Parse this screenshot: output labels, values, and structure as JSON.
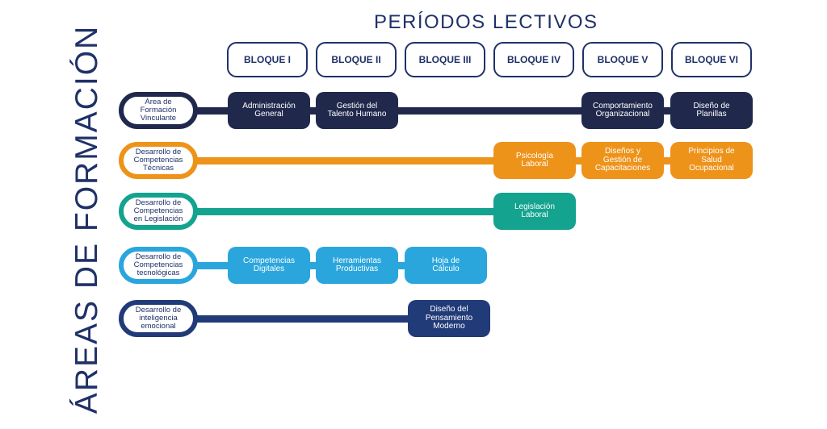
{
  "title_vertical": "ÁREAS DE FORMACIÓN",
  "title_horizontal": "PERÍODOS LECTIVOS",
  "blocks": [
    "BLOQUE I",
    "BLOQUE II",
    "BLOQUE III",
    "BLOQUE IV",
    "BLOQUE V",
    "BLOQUE VI"
  ],
  "colors": {
    "navy": "#1f3168",
    "dark_navy": "#20294c",
    "orange": "#ee931a",
    "teal": "#13a38f",
    "sky": "#2aa6dd",
    "blue": "#213a78"
  },
  "areas": [
    {
      "label": "Área de\nFormación\nVinculante",
      "color": "#20294c",
      "courses": [
        {
          "block": 1,
          "label": "Administración\nGeneral"
        },
        {
          "block": 2,
          "label": "Gestión del\nTalento Humano"
        },
        {
          "block": 5,
          "label": "Comportamiento\nOrganizacional"
        },
        {
          "block": 6,
          "label": "Diseño de\nPlanillas"
        }
      ]
    },
    {
      "label": "Desarrollo de\nCompetencias\nTécnicas",
      "color": "#ee931a",
      "courses": [
        {
          "block": 4,
          "label": "Psicología\nLaboral"
        },
        {
          "block": 5,
          "label": "Diseños y\nGestión de\nCapacitaciones"
        },
        {
          "block": 6,
          "label": "Principios de\nSalud\nOcupacional"
        }
      ]
    },
    {
      "label": "Desarrollo de\nCompetencias\nen Legislación",
      "color": "#13a38f",
      "courses": [
        {
          "block": 4,
          "label": "Legislación\nLaboral"
        }
      ]
    },
    {
      "label": "Desarrollo de\nCompetencias\ntecnológicas",
      "color": "#2aa6dd",
      "courses": [
        {
          "block": 1,
          "label": "Competencias\nDigitales"
        },
        {
          "block": 2,
          "label": "Herramientas\nProductivas"
        },
        {
          "block": 3,
          "label": "Hoja de\nCálculo"
        }
      ]
    },
    {
      "label": "Desarrollo de\ninteligencia\nemocional",
      "color": "#213a78",
      "courses": [
        {
          "block": 3,
          "label": "Diseño del\nPensamiento\nModerno"
        }
      ]
    }
  ]
}
